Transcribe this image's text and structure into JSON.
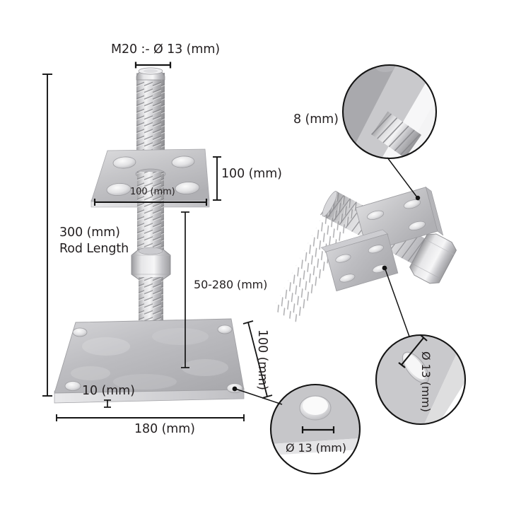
{
  "diagram": {
    "title": "Adjustable post support / post base with M20 threaded rod",
    "background_color": "#ffffff",
    "text_color": "#231f20",
    "metal_color": "#c2c2c4",
    "metal_light": "#e8e8ea",
    "metal_dark": "#9a9a9d",
    "line_color": "#1a1a1a"
  },
  "annotations": {
    "thread_spec": "M20 :- Ø 13 (mm)",
    "top_plate_width": "100 (mm)",
    "top_plate_depth": "100 (mm)",
    "rod_length": "300 (mm)",
    "rod_length_caption": "Rod Length",
    "adjustment_range": "50-280 (mm)",
    "base_plate_thickness": "10 (mm)",
    "base_plate_width": "180 (mm)",
    "base_plate_depth": "100 (mm)",
    "plate_thickness_detail": "8 (mm)",
    "hole_diameter_base": "Ø 13 (mm)",
    "hole_diameter_plate": "Ø 13 (mm)"
  },
  "views": {
    "main_assembly": "main-assembly-view",
    "exploded_assembly": "exploded-assembly-view",
    "detail_thread_edge": "detail-circle-plate-edge",
    "detail_base_hole": "detail-circle-base-hole",
    "detail_plate_hole": "detail-circle-plate-hole"
  }
}
